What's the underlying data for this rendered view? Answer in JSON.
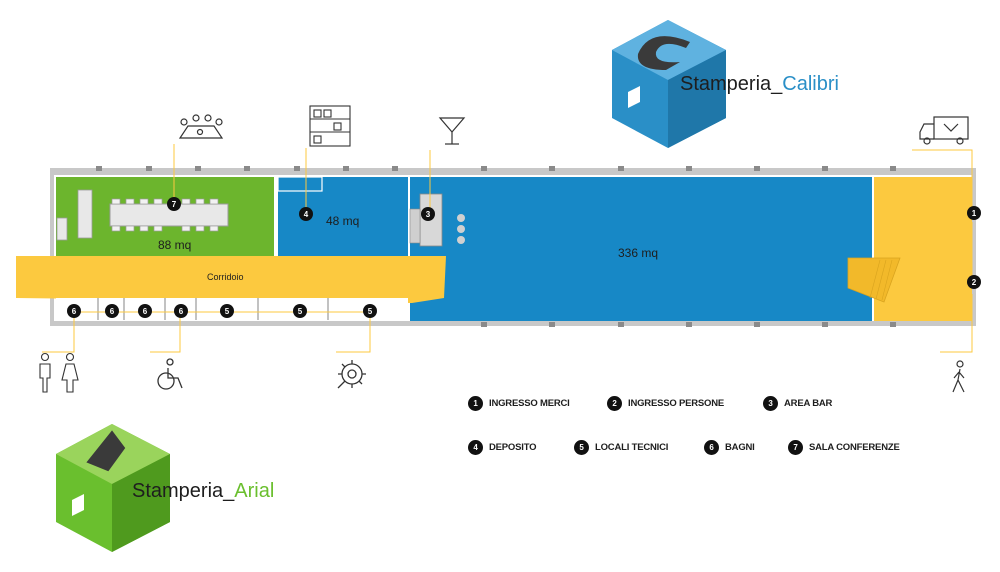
{
  "brands": {
    "calibri": {
      "prefix": "Stamperia_",
      "name": "Calibri",
      "color": "#2a8fc7"
    },
    "arial": {
      "prefix": "Stamperia_",
      "name": "Arial",
      "color": "#6abf2e"
    }
  },
  "areas": {
    "conference": "88 mq",
    "storage": "48 mq",
    "main": "336 mq",
    "corridor": "Corridoio"
  },
  "markers": {
    "m1": "1",
    "m2": "2",
    "m3": "3",
    "m4": "4",
    "m5": "5",
    "m6": "6",
    "m7": "7"
  },
  "legend": [
    {
      "num": "1",
      "label": "INGRESSO MERCI"
    },
    {
      "num": "2",
      "label": "INGRESSO PERSONE"
    },
    {
      "num": "3",
      "label": "AREA BAR"
    },
    {
      "num": "4",
      "label": "DEPOSITO"
    },
    {
      "num": "5",
      "label": "LOCALI TECNICI"
    },
    {
      "num": "6",
      "label": "BAGNI"
    },
    {
      "num": "7",
      "label": "SALA CONFERENZE"
    }
  ],
  "colors": {
    "blue": "#1788c6",
    "green": "#6cb52d",
    "yellow": "#fcc93f",
    "wall": "#b9b9b9",
    "marker": "#111111"
  },
  "icons": [
    "conference-table-icon",
    "shelves-icon",
    "cocktail-icon",
    "truck-icon",
    "toilet-people-icon",
    "wheelchair-icon",
    "gear-wrench-icon",
    "walking-person-icon"
  ]
}
